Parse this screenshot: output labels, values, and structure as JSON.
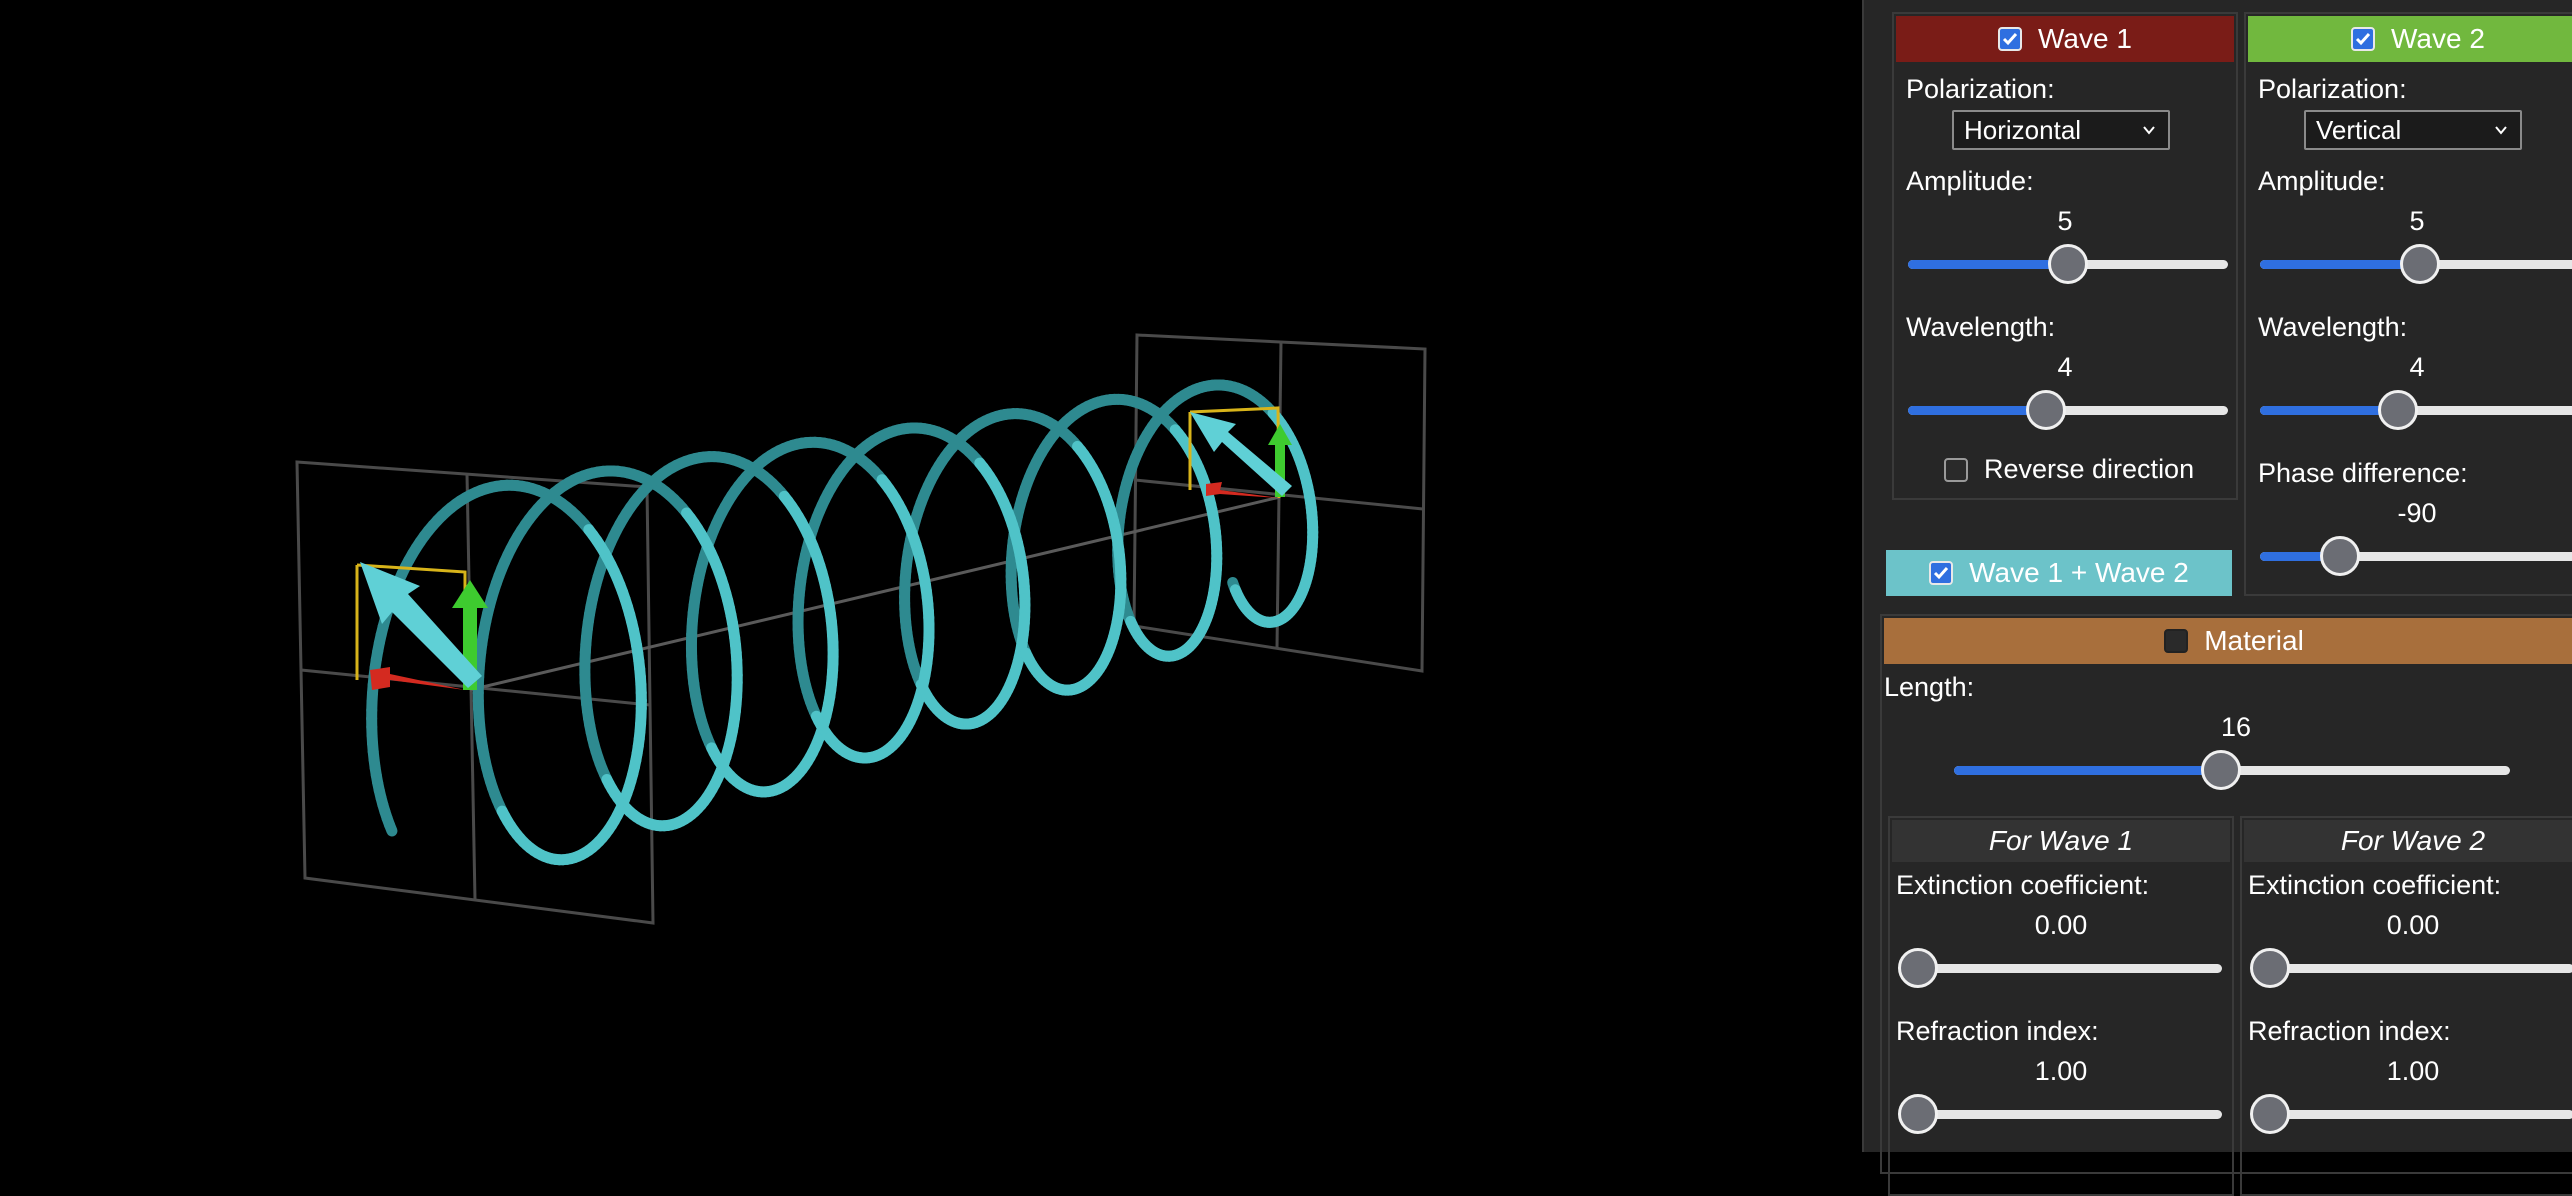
{
  "wave1": {
    "title": "Wave 1",
    "enabled": true,
    "color": "#7a1c17",
    "polarization_label": "Polarization:",
    "polarization_value": "Horizontal",
    "amplitude_label": "Amplitude:",
    "amplitude_value": "5",
    "amplitude_fraction": 0.5,
    "wavelength_label": "Wavelength:",
    "wavelength_value": "4",
    "wavelength_fraction": 0.43,
    "reverse_label": "Reverse direction",
    "reverse_checked": false
  },
  "wave2": {
    "title": "Wave 2",
    "enabled": true,
    "color": "#71b83e",
    "polarization_label": "Polarization:",
    "polarization_value": "Vertical",
    "amplitude_label": "Amplitude:",
    "amplitude_value": "5",
    "amplitude_fraction": 0.5,
    "wavelength_label": "Wavelength:",
    "wavelength_value": "4",
    "wavelength_fraction": 0.43,
    "phase_label": "Phase difference:",
    "phase_value": "-90",
    "phase_fraction": 0.25
  },
  "sum": {
    "title": "Wave 1 + Wave 2",
    "enabled": true,
    "color": "#6cc3c9"
  },
  "material": {
    "title": "Material",
    "enabled": false,
    "color": "#a86f3c",
    "length_label": "Length:",
    "length_value": "16",
    "length_fraction": 0.48,
    "for_wave1": {
      "title": "For Wave 1",
      "extinction_label": "Extinction coefficient:",
      "extinction_value": "0.00",
      "extinction_fraction": 0,
      "refraction_label": "Refraction index:",
      "refraction_value": "1.00",
      "refraction_fraction": 0
    },
    "for_wave2": {
      "title": "For Wave 2",
      "extinction_label": "Extinction coefficient:",
      "extinction_value": "0.00",
      "extinction_fraction": 0,
      "refraction_label": "Refraction index:",
      "refraction_value": "1.00",
      "refraction_fraction": 0
    }
  },
  "scene": {
    "helix_color": "#4fc3c8",
    "arrow_color": "#5fd0d6",
    "vertical_component_color": "#3ecb2f",
    "horizontal_component_color": "#d42a20",
    "guide_color": "#d8b41a"
  }
}
